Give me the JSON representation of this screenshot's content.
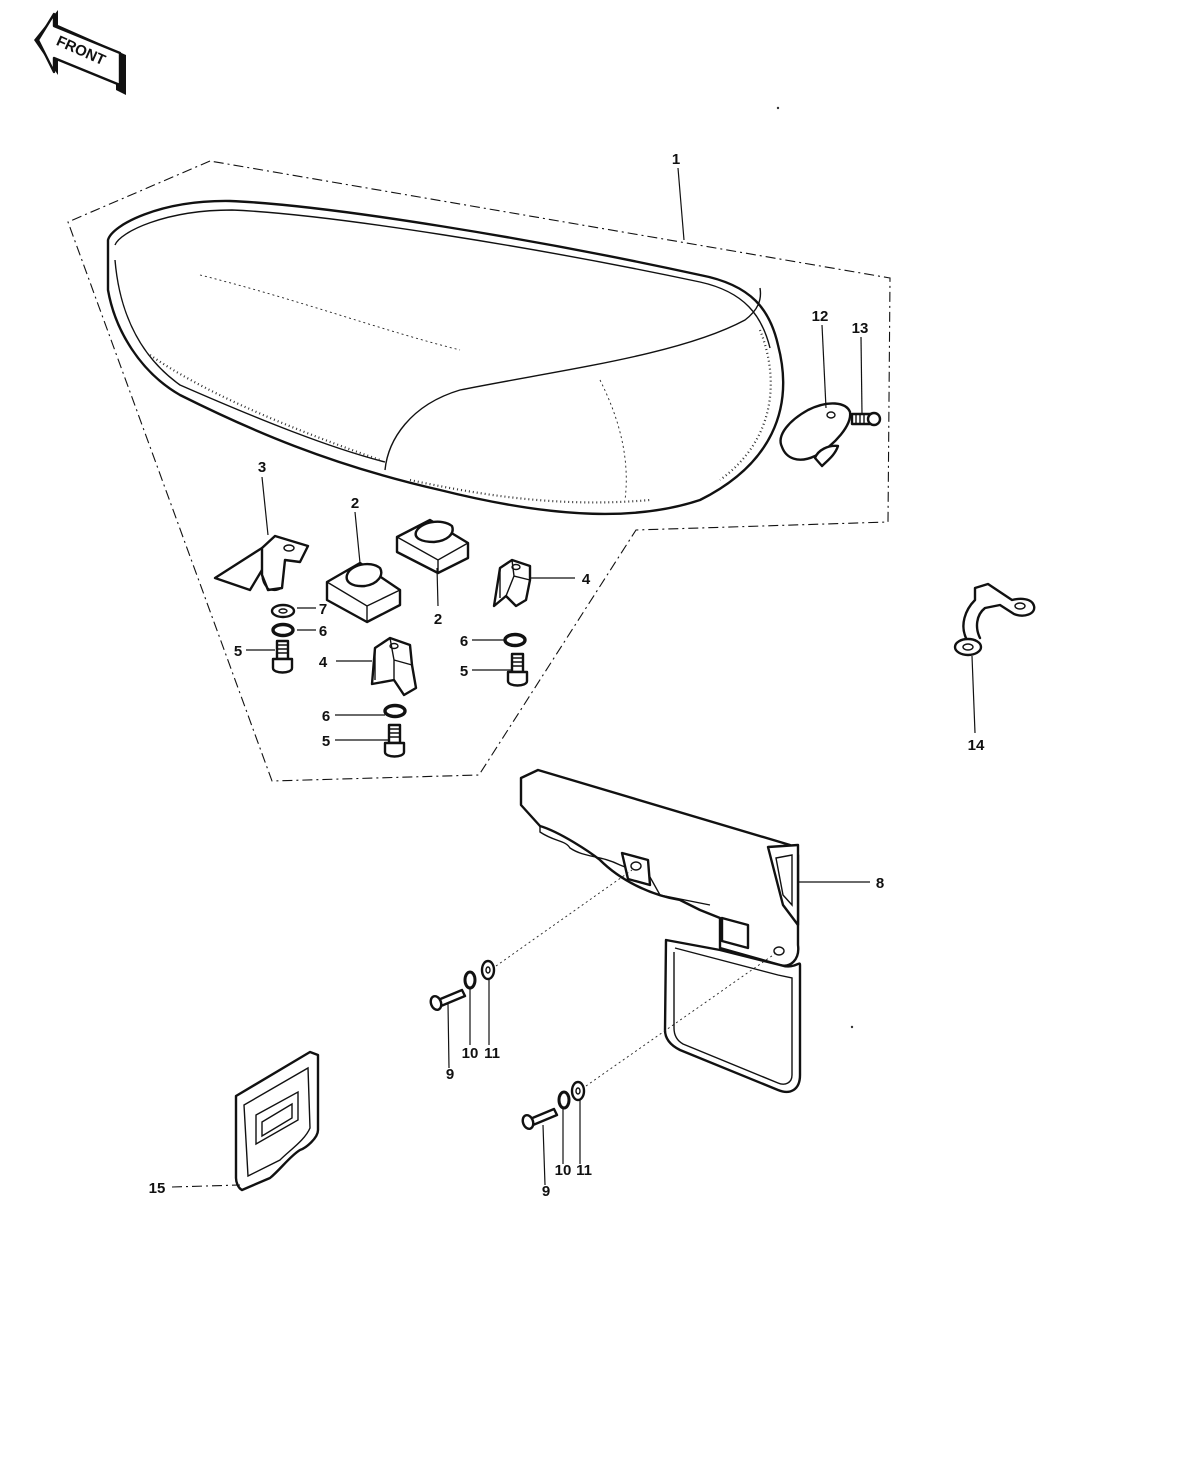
{
  "front_badge": {
    "label": "FRONT"
  },
  "callouts": [
    {
      "id": "c1",
      "text": "1"
    },
    {
      "id": "c2a",
      "text": "2"
    },
    {
      "id": "c2b",
      "text": "2"
    },
    {
      "id": "c3",
      "text": "3"
    },
    {
      "id": "c4a",
      "text": "4"
    },
    {
      "id": "c4b",
      "text": "4"
    },
    {
      "id": "c5a",
      "text": "5"
    },
    {
      "id": "c5b",
      "text": "5"
    },
    {
      "id": "c5c",
      "text": "5"
    },
    {
      "id": "c6a",
      "text": "6"
    },
    {
      "id": "c6b",
      "text": "6"
    },
    {
      "id": "c6c",
      "text": "6"
    },
    {
      "id": "c7",
      "text": "7"
    },
    {
      "id": "c8",
      "text": "8"
    },
    {
      "id": "c9a",
      "text": "9"
    },
    {
      "id": "c10a",
      "text": "10"
    },
    {
      "id": "c11a",
      "text": "11"
    },
    {
      "id": "c9b",
      "text": "9"
    },
    {
      "id": "c10b",
      "text": "10"
    },
    {
      "id": "c11b",
      "text": "11"
    },
    {
      "id": "c12",
      "text": "12"
    },
    {
      "id": "c13",
      "text": "13"
    },
    {
      "id": "c14",
      "text": "14"
    },
    {
      "id": "c15",
      "text": "15"
    }
  ]
}
